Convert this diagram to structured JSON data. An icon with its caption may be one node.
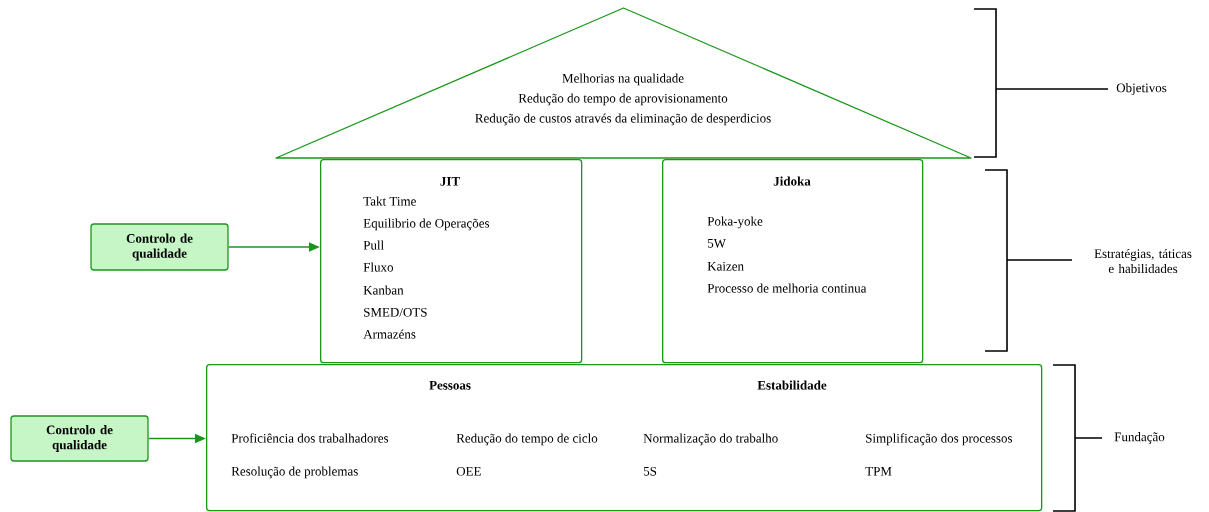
{
  "diagram": {
    "nodes": [
      {
        "text": [
          "Melhorias na qualidade",
          "Redução do tempo de aprovisionamento",
          "Redução de custos através da eliminação de desperdicios"
        ]
      },
      {
        "text": [
          "JIT",
          "Takt Time",
          "Equilibrio de Operações",
          "Pull",
          "Fluxo",
          "Kanban",
          "SMED/OTS",
          "Armazéns"
        ]
      },
      {
        "text": [
          "Jidoka",
          "Poka-yoke",
          "5W",
          "Kaizen",
          "Processo de melhoria continua"
        ]
      },
      {
        "text": [
          "Pessoas",
          "Estabilidade",
          "Proficiência dos trabalhadores",
          "Redução do tempo de ciclo",
          "Normalização do trabalho",
          "Simplificação dos processos",
          "Resolução de problemas",
          "OEE",
          "5S",
          "TPM"
        ]
      },
      {
        "text": [
          "Controlo de qualidade"
        ]
      },
      {
        "text": [
          "Controlo de qualidade"
        ]
      }
    ],
    "edges": [
      {
        "from": 4,
        "to": 1,
        "arrow": "to"
      },
      {
        "from": 5,
        "to": 3,
        "arrow": "to"
      }
    ],
    "labels": [
      "Objetivos",
      "Estratégias, táticas e habilidades",
      "Fundação"
    ]
  }
}
